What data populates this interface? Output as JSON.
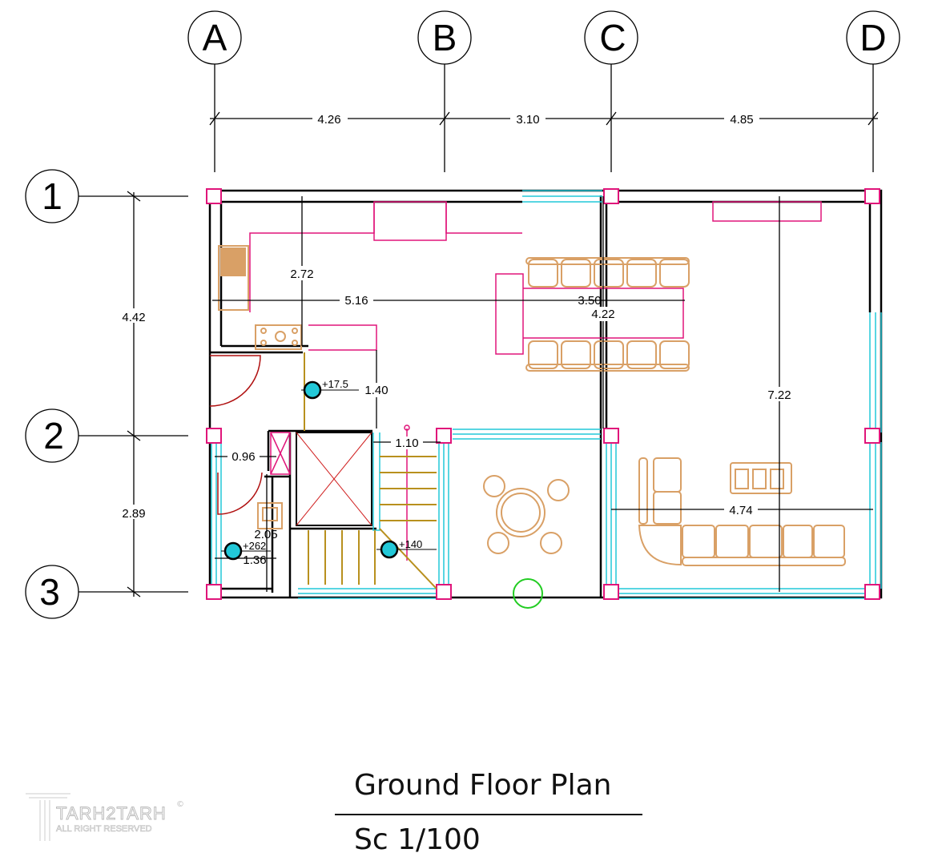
{
  "grid": {
    "columns": [
      "A",
      "B",
      "C",
      "D"
    ],
    "rows": [
      "1",
      "2",
      "3"
    ]
  },
  "dimensions": {
    "top": [
      "4.26",
      "3.10",
      "4.85"
    ],
    "left": [
      "4.42",
      "2.89"
    ],
    "interior": {
      "d272": "2.72",
      "d516": "5.16",
      "d350": "3.50",
      "d422": "4.22",
      "d722": "7.22",
      "d140": "1.40",
      "d110": "1.10",
      "d096": "0.96",
      "d205": "2.05",
      "d136": "1.36",
      "d474": "4.74"
    }
  },
  "levels": {
    "l1": "+17.5",
    "l2": "+262",
    "l3": "+140"
  },
  "title": "Ground Floor Plan",
  "scale": "Sc  1/100",
  "logo": {
    "name": "TARH2TARH",
    "tagline": "ALL RIGHT RESERVED",
    "mark": "©"
  },
  "colors": {
    "wall": "#000000",
    "column": "#e0157a",
    "window": "#22c8d8",
    "furniture": "#d9a066",
    "door": "#b01010",
    "tree": "#22cc22"
  }
}
